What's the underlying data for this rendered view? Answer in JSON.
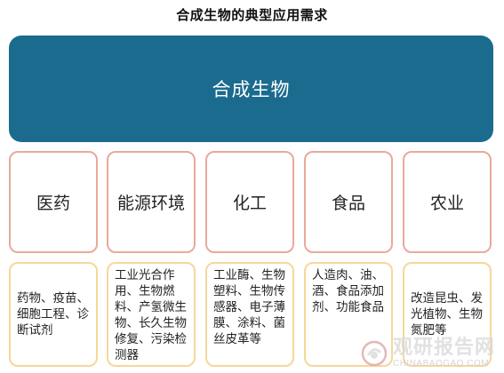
{
  "title": "合成生物的典型应用需求",
  "root": {
    "label": "合成生物"
  },
  "categories": [
    {
      "label": "医药"
    },
    {
      "label": "能源环境"
    },
    {
      "label": "化工"
    },
    {
      "label": "食品"
    },
    {
      "label": "农业"
    }
  ],
  "details": [
    {
      "text": "药物、疫苗、细胞工程、诊断试剂"
    },
    {
      "text": "工业光合作用、生物燃料、产氢微生物、长久生物修复、污染检测器"
    },
    {
      "text": "工业酶、生物塑料、生物传感器、电子薄膜、涂料、菌丝皮革等"
    },
    {
      "text": "人造肉、油、酒、食品添加剂、功能食品"
    },
    {
      "text": "改造昆虫、发光植物、生物氮肥等"
    }
  ],
  "watermark": {
    "name": "观研报告网",
    "url": "CHINABAOGAO.COM"
  },
  "colors": {
    "root_fill": "#1b6b8e",
    "category_border": "#e9a99b",
    "detail_border": "#f7d79a"
  }
}
